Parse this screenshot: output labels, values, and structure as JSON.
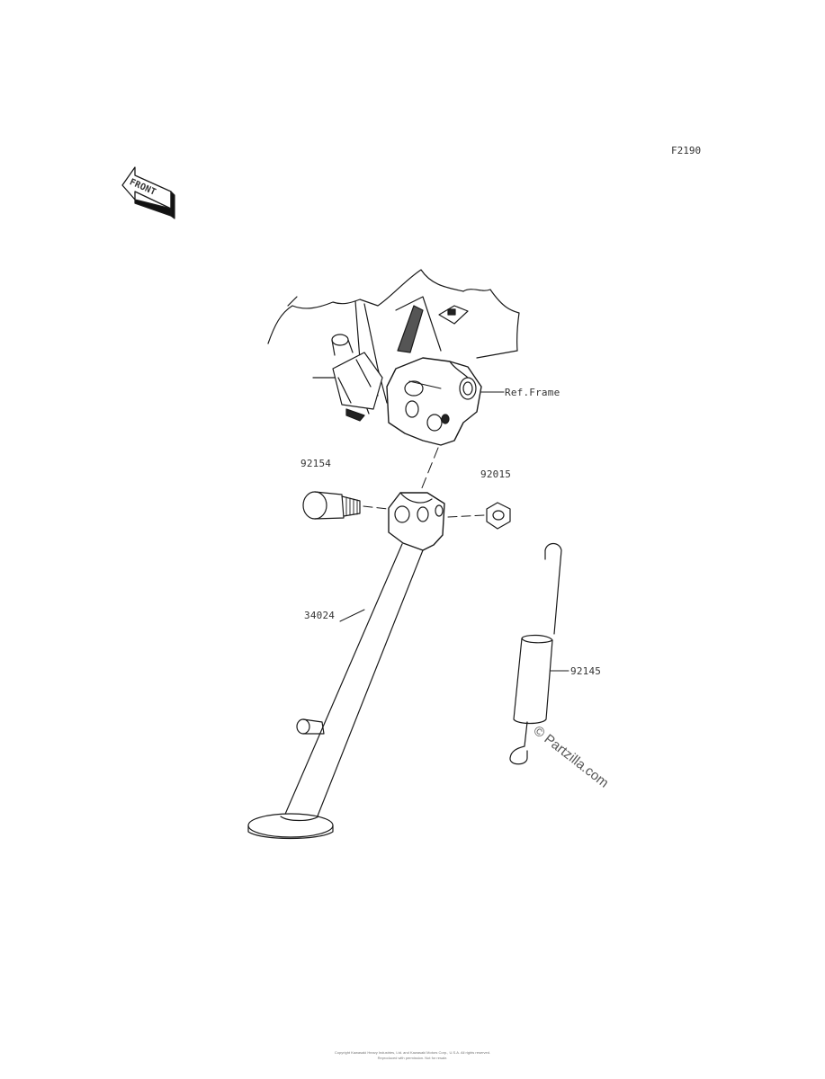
{
  "figure_number": "F2190",
  "front_arrow": {
    "label": "FRONT"
  },
  "callouts": {
    "ref_frame": "Ref.Frame",
    "bolt": "92154",
    "nut": "92015",
    "stand": "34024",
    "spring": "92145"
  },
  "watermark": "© Partzilla.com",
  "footer": {
    "line1": "Copyright Kawasaki Heavy Industries, Ltd. and Kawasaki Motors Corp., U.S.A. All rights reserved.",
    "line2": "Reproduced with permission. Not for resale."
  },
  "colors": {
    "line": "#1a1a1a",
    "background": "#ffffff"
  }
}
